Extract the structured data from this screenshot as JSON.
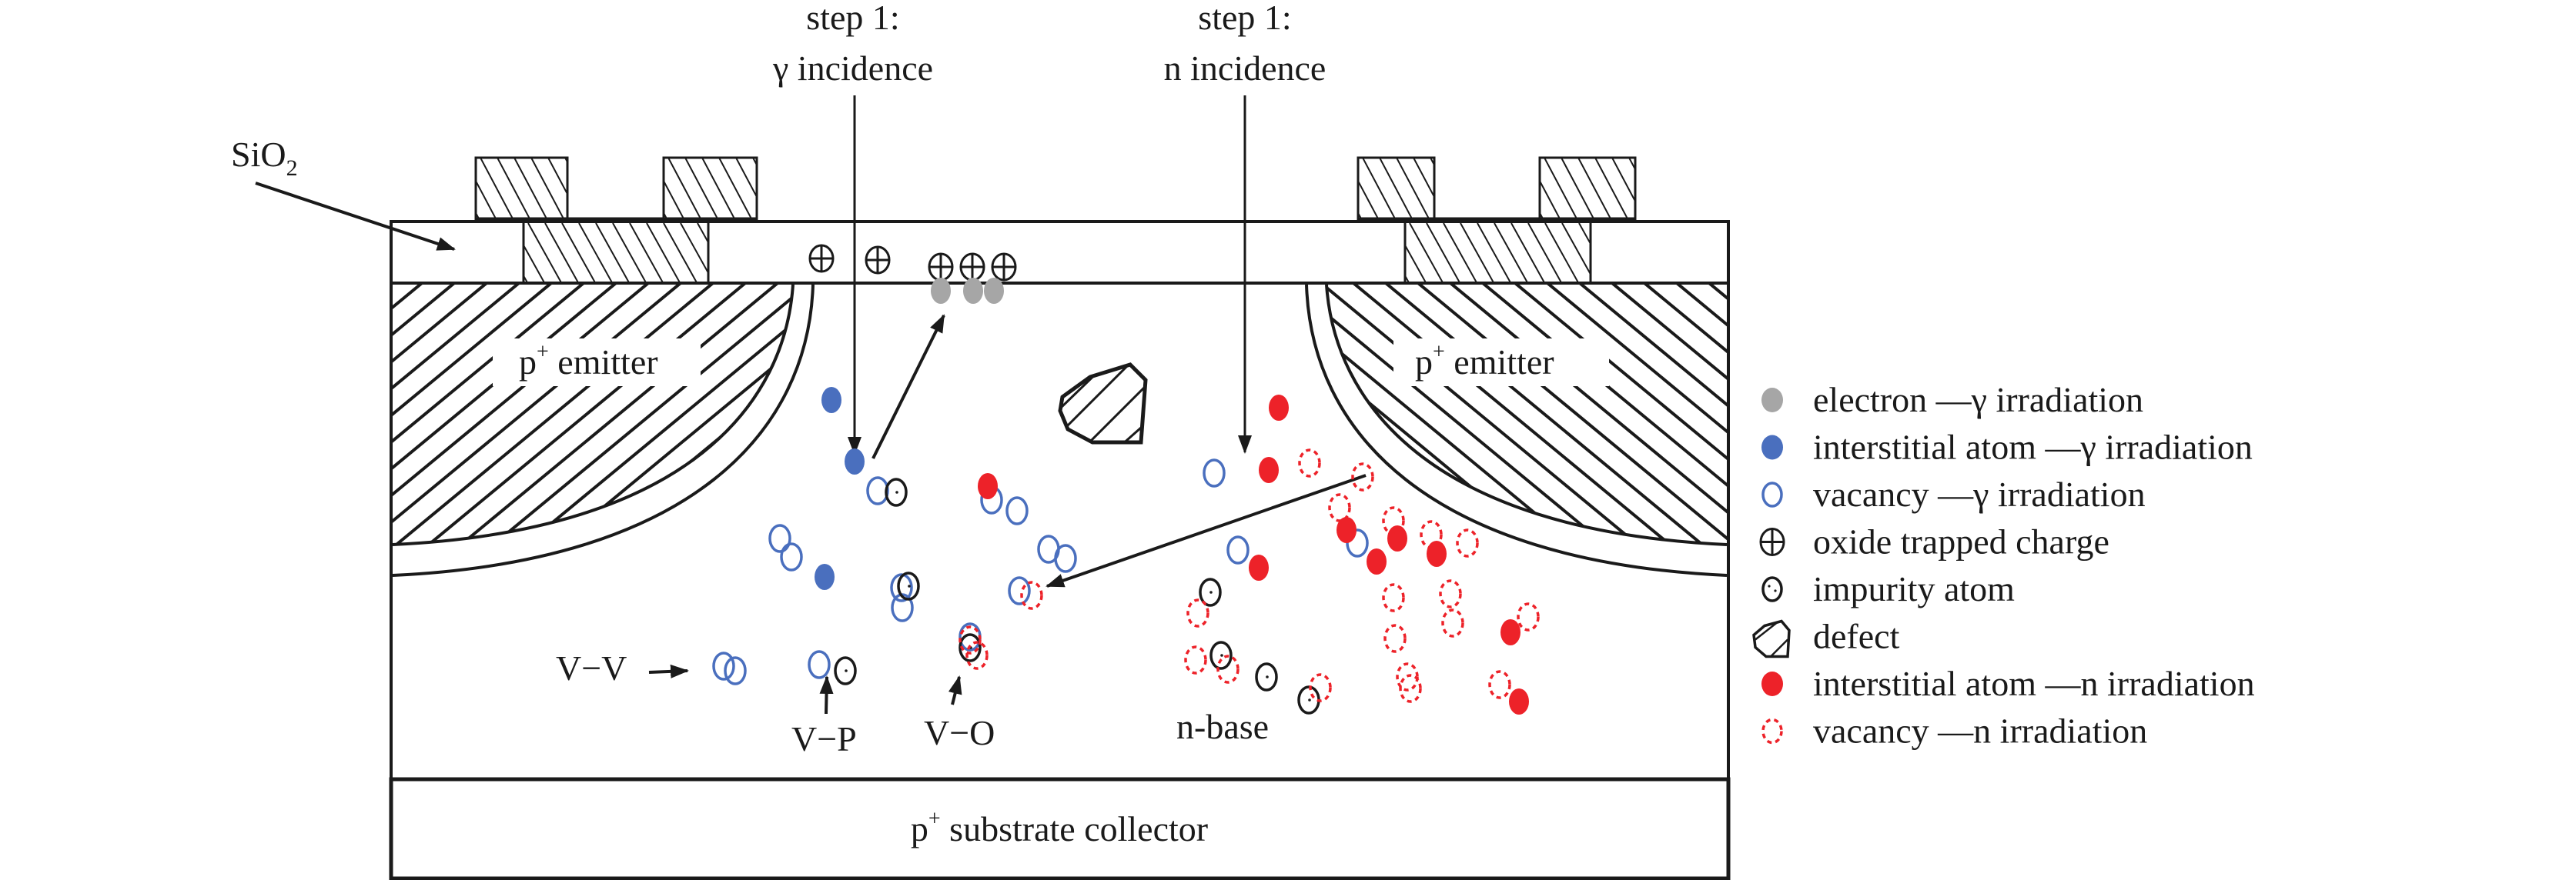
{
  "colors": {
    "electron_gamma": "#a6a6a6",
    "interstitial_gamma": "#4a6fbe",
    "vacancy_gamma": "#4a6fbe",
    "interstitial_n": "#ed2229",
    "vacancy_n": "#ed2229",
    "line": "#1a1a1a"
  },
  "labels": {
    "sio2_main": "SiO",
    "sio2_sub": "2",
    "step_gamma_line1": "step 1:",
    "step_gamma_line2": "γ incidence",
    "step_n_line1": "step 1:",
    "step_n_line2": "n incidence",
    "emitter_left_sup": "+",
    "emitter_left_p": "p",
    "emitter_left_text": " emitter",
    "emitter_right_p": "p",
    "emitter_right_sup": "+",
    "emitter_right_text": " emitter",
    "collector_p": "p",
    "collector_sup": "+",
    "collector_text": " substrate collector",
    "n_base": "n-base",
    "vv": "V−V",
    "vp": "V−P",
    "vo": "V−O"
  },
  "legend": [
    {
      "symbol": "electron-gamma",
      "text": "electron —γ irradiation"
    },
    {
      "symbol": "interstitial-gamma",
      "text": "interstitial atom —γ irradiation"
    },
    {
      "symbol": "vacancy-gamma",
      "text": "vacancy —γ irradiation"
    },
    {
      "symbol": "oxide-trapped-charge",
      "text": "oxide trapped charge"
    },
    {
      "symbol": "impurity-atom",
      "text": "impurity atom"
    },
    {
      "symbol": "defect",
      "text": "defect"
    },
    {
      "symbol": "interstitial-n",
      "text": "interstitial atom —n irradiation"
    },
    {
      "symbol": "vacancy-n",
      "text": "vacancy —n irradiation"
    }
  ]
}
